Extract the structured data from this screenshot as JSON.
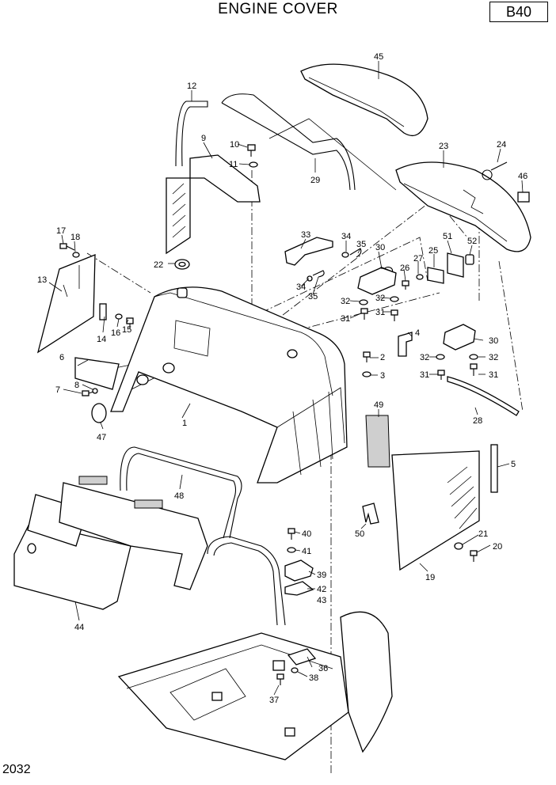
{
  "title": "ENGINE COVER",
  "group_code": "B40",
  "page_number": "2032",
  "callouts": [
    "1",
    "2",
    "3",
    "4",
    "5",
    "6",
    "7",
    "8",
    "9",
    "10",
    "11",
    "12",
    "13",
    "14",
    "15",
    "16",
    "17",
    "18",
    "19",
    "20",
    "21",
    "22",
    "23",
    "24",
    "25",
    "26",
    "27",
    "28",
    "29",
    "30",
    "30",
    "31",
    "31",
    "31",
    "32",
    "32",
    "32",
    "33",
    "34",
    "34",
    "35",
    "35",
    "36",
    "37",
    "38",
    "39",
    "40",
    "41",
    "42",
    "43",
    "44",
    "45",
    "46",
    "47",
    "48",
    "49",
    "50",
    "51",
    "52"
  ]
}
